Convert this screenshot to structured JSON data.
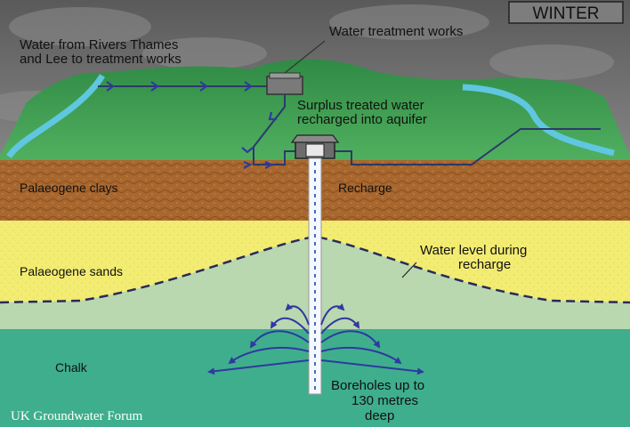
{
  "season": "WINTER",
  "credit": "UK Groundwater Forum",
  "labels": {
    "river_source_line1": "Water from Rivers Thames",
    "river_source_line2": "and Lee to treatment works",
    "treatment_works": "Water treatment works",
    "surplus_line1": "Surplus treated water",
    "surplus_line2": "recharged into aquifer",
    "recharge": "Recharge",
    "water_level_line1": "Water level during",
    "water_level_line2": "recharge",
    "boreholes_line1": "Boreholes up to",
    "boreholes_line2": "130 metres",
    "boreholes_line3": "deep"
  },
  "layers": {
    "clays": "Palaeogene clays",
    "sands": "Palaeogene sands",
    "chalk": "Chalk"
  },
  "colors": {
    "sky": "#6e6e6e",
    "grass": "#3f9a52",
    "river": "#5fc7e0",
    "clay": "#a8672e",
    "sand": "#f3ec72",
    "sand_saturated": "#b9d8b0",
    "chalk": "#3fae8c",
    "arrow": "#2e3aa0"
  }
}
